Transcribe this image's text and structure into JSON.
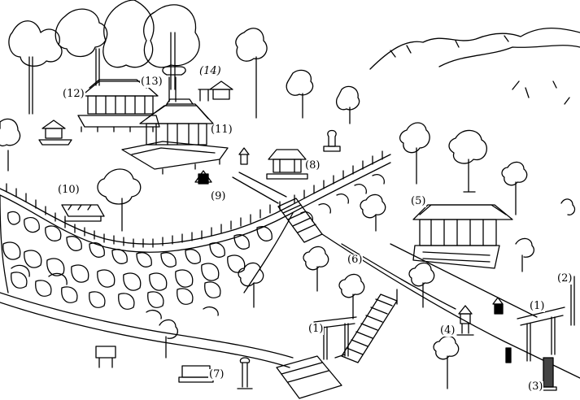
{
  "colors": {
    "ink": "#000000",
    "paper": "#ffffff",
    "shade": "#444444"
  },
  "labels": {
    "l1a": "(1)",
    "l1b": "(1)",
    "l2": "(2)",
    "l3": "(3)",
    "l4": "(4)",
    "l5": "(5)",
    "l6": "(6)",
    "l7": "(7)",
    "l8": "(8)",
    "l9": "(9)",
    "l10": "(10)",
    "l11": "(11)",
    "l12": "(12)",
    "l13": "(13)",
    "l14": "(14)"
  }
}
